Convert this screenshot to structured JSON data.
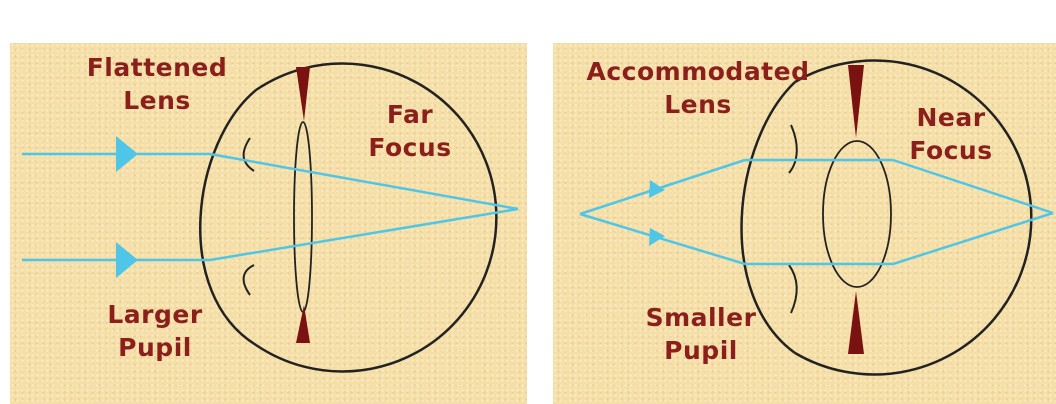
{
  "colors": {
    "panel_background": "#f5dfa6",
    "label_text": "#8a1f1c",
    "light_ray": "#4fc6e8",
    "outline": "#222222",
    "iris": "#7a1212"
  },
  "left_panel": {
    "lens_label": [
      "Flattened",
      "Lens"
    ],
    "focus_label": [
      "Far",
      "Focus"
    ],
    "pupil_label": [
      "Larger",
      "Pupil"
    ]
  },
  "right_panel": {
    "lens_label": [
      "Accommodated",
      "Lens"
    ],
    "focus_label": [
      "Near",
      "Focus"
    ],
    "pupil_label": [
      "Smaller",
      "Pupil"
    ]
  }
}
